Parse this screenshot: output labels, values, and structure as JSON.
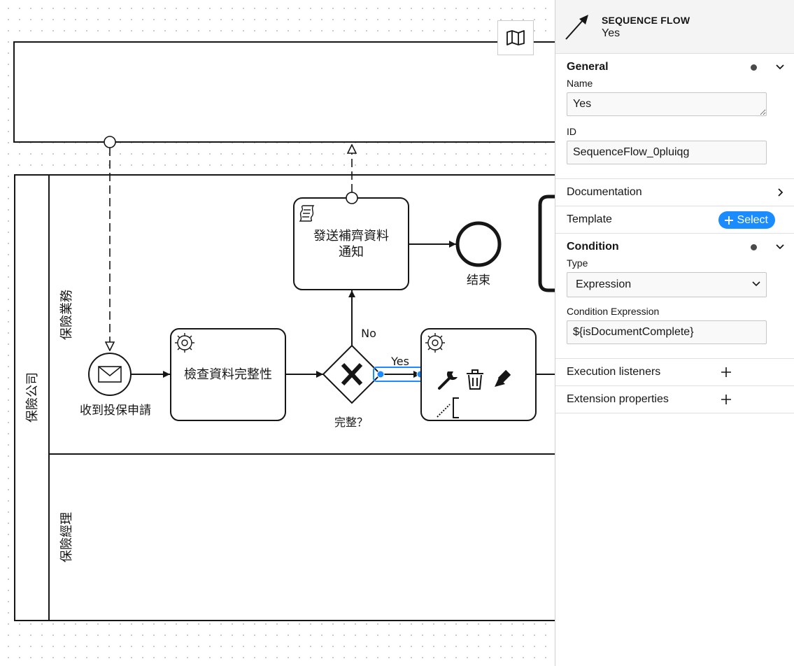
{
  "diagram": {
    "pool_label": "保險公司",
    "lanes": [
      "保險業務",
      "保險經理"
    ],
    "start_event_label": "收到投保申請",
    "task_check_label": "檢查資料完整性",
    "task_notify_label_line1": "發送補齊資料",
    "task_notify_label_line2": "通知",
    "end_event_label": "结束",
    "gateway_label": "完整？",
    "flow_no_label": "No",
    "flow_yes_label": "Yes"
  },
  "properties_panel": {
    "header": {
      "type": "SEQUENCE FLOW",
      "name": "Yes",
      "icon": "sequence-flow-arrow-icon"
    },
    "general": {
      "title": "General",
      "name_label": "Name",
      "name_value": "Yes",
      "id_label": "ID",
      "id_value": "SequenceFlow_0pluiqg"
    },
    "documentation": {
      "title": "Documentation"
    },
    "template": {
      "title": "Template",
      "select_label": "Select"
    },
    "condition": {
      "title": "Condition",
      "type_label": "Type",
      "type_value": "Expression",
      "expression_label": "Condition Expression",
      "expression_value": "${isDocumentComplete}"
    },
    "execution_listeners": {
      "title": "Execution listeners"
    },
    "extension_properties": {
      "title": "Extension properties"
    }
  },
  "colors": {
    "accent": "#1a8cff",
    "selection": "#1a8cff",
    "stroke": "#161616"
  }
}
